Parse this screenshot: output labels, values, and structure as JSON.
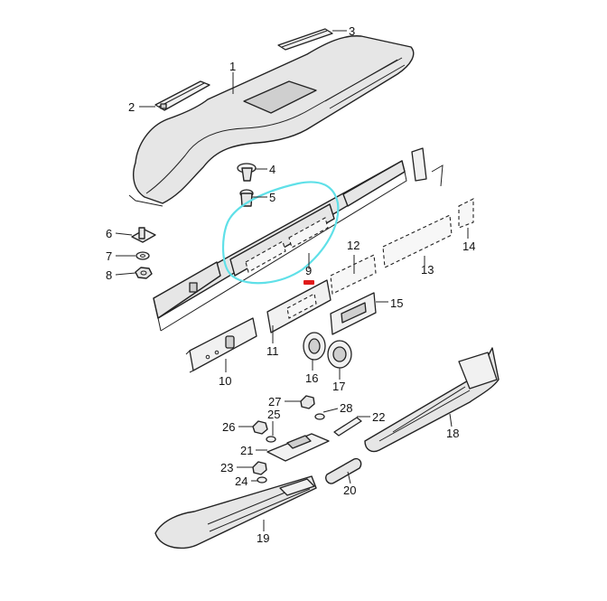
{
  "callouts": [
    {
      "id": "c1",
      "text": "1"
    },
    {
      "id": "c2",
      "text": "2"
    },
    {
      "id": "c3",
      "text": "3"
    },
    {
      "id": "c4",
      "text": "4"
    },
    {
      "id": "c5",
      "text": "5"
    },
    {
      "id": "c6",
      "text": "6"
    },
    {
      "id": "c7",
      "text": "7"
    },
    {
      "id": "c8",
      "text": "8"
    },
    {
      "id": "c9",
      "text": "9"
    },
    {
      "id": "c10",
      "text": "10"
    },
    {
      "id": "c11",
      "text": "11"
    },
    {
      "id": "c12",
      "text": "12"
    },
    {
      "id": "c13",
      "text": "13"
    },
    {
      "id": "c14",
      "text": "14"
    },
    {
      "id": "c15",
      "text": "15"
    },
    {
      "id": "c16",
      "text": "16"
    },
    {
      "id": "c17",
      "text": "17"
    },
    {
      "id": "c18",
      "text": "18"
    },
    {
      "id": "c19",
      "text": "19"
    },
    {
      "id": "c20",
      "text": "20"
    },
    {
      "id": "c21",
      "text": "21"
    },
    {
      "id": "c22",
      "text": "22"
    },
    {
      "id": "c23",
      "text": "23"
    },
    {
      "id": "c24",
      "text": "24"
    },
    {
      "id": "c25",
      "text": "25"
    },
    {
      "id": "c26",
      "text": "26"
    },
    {
      "id": "c27",
      "text": "27"
    },
    {
      "id": "c28",
      "text": "28"
    }
  ],
  "colors": {
    "highlight": "#5fe0e8",
    "marker": "#e01a1a"
  }
}
